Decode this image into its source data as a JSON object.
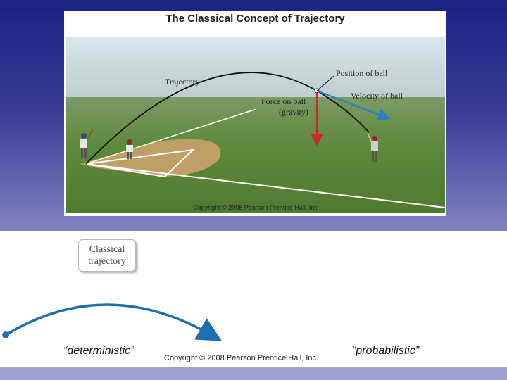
{
  "figure": {
    "title": "The Classical Concept of Trajectory",
    "labels": {
      "trajectory": "Trajectory",
      "position": "Position of ball",
      "velocity": "Velocity of ball",
      "force_line1": "Force on ball",
      "force_line2": "(gravity)"
    },
    "copyright": "Copyright © 2008 Pearson Prentice Hall, Inc",
    "colors": {
      "force_arrow": "#d0282a",
      "velocity_arrow": "#2a7fc0",
      "grass": "#5e8a3c",
      "sky": "#c9d8e3",
      "infield": "#c9a26a"
    }
  },
  "classical_box": {
    "line1": "Classical",
    "line2": "trajectory"
  },
  "labels": {
    "deterministic": "“deterministic”",
    "probabilistic": "“probabilistic”",
    "copyright": "Copyright © 2008 Pearson Prentice Hall, Inc."
  },
  "colors": {
    "arc": "#1f6fae"
  }
}
